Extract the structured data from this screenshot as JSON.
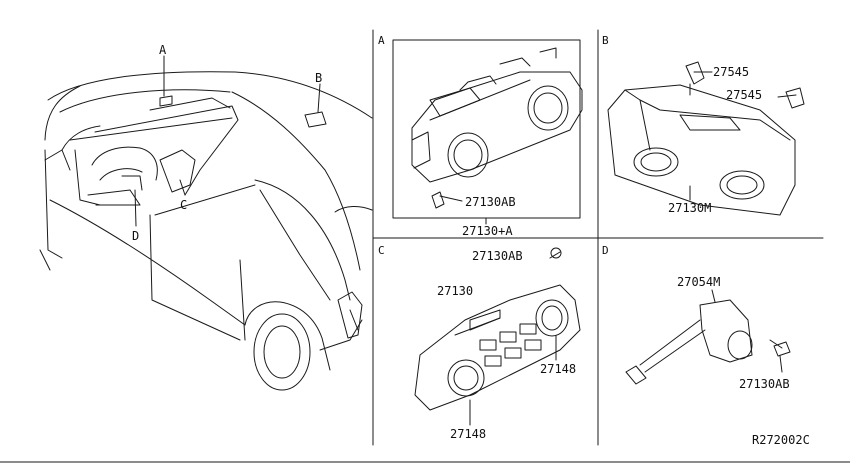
{
  "diagram_id": "R272002C",
  "callouts": {
    "a": "A",
    "b": "B",
    "c": "C",
    "d": "D"
  },
  "sections": {
    "a": {
      "letter": "A",
      "parts": [
        "27130AB",
        "27130+A"
      ]
    },
    "b": {
      "letter": "B",
      "parts": [
        "27545",
        "27545",
        "27130M"
      ]
    },
    "c": {
      "letter": "C",
      "parts": [
        "27130AB",
        "27130",
        "27148",
        "27148"
      ]
    },
    "d": {
      "letter": "D",
      "parts": [
        "27054M",
        "27130AB"
      ]
    }
  },
  "colors": {
    "line": "#1a1a1a",
    "background": "#ffffff"
  }
}
